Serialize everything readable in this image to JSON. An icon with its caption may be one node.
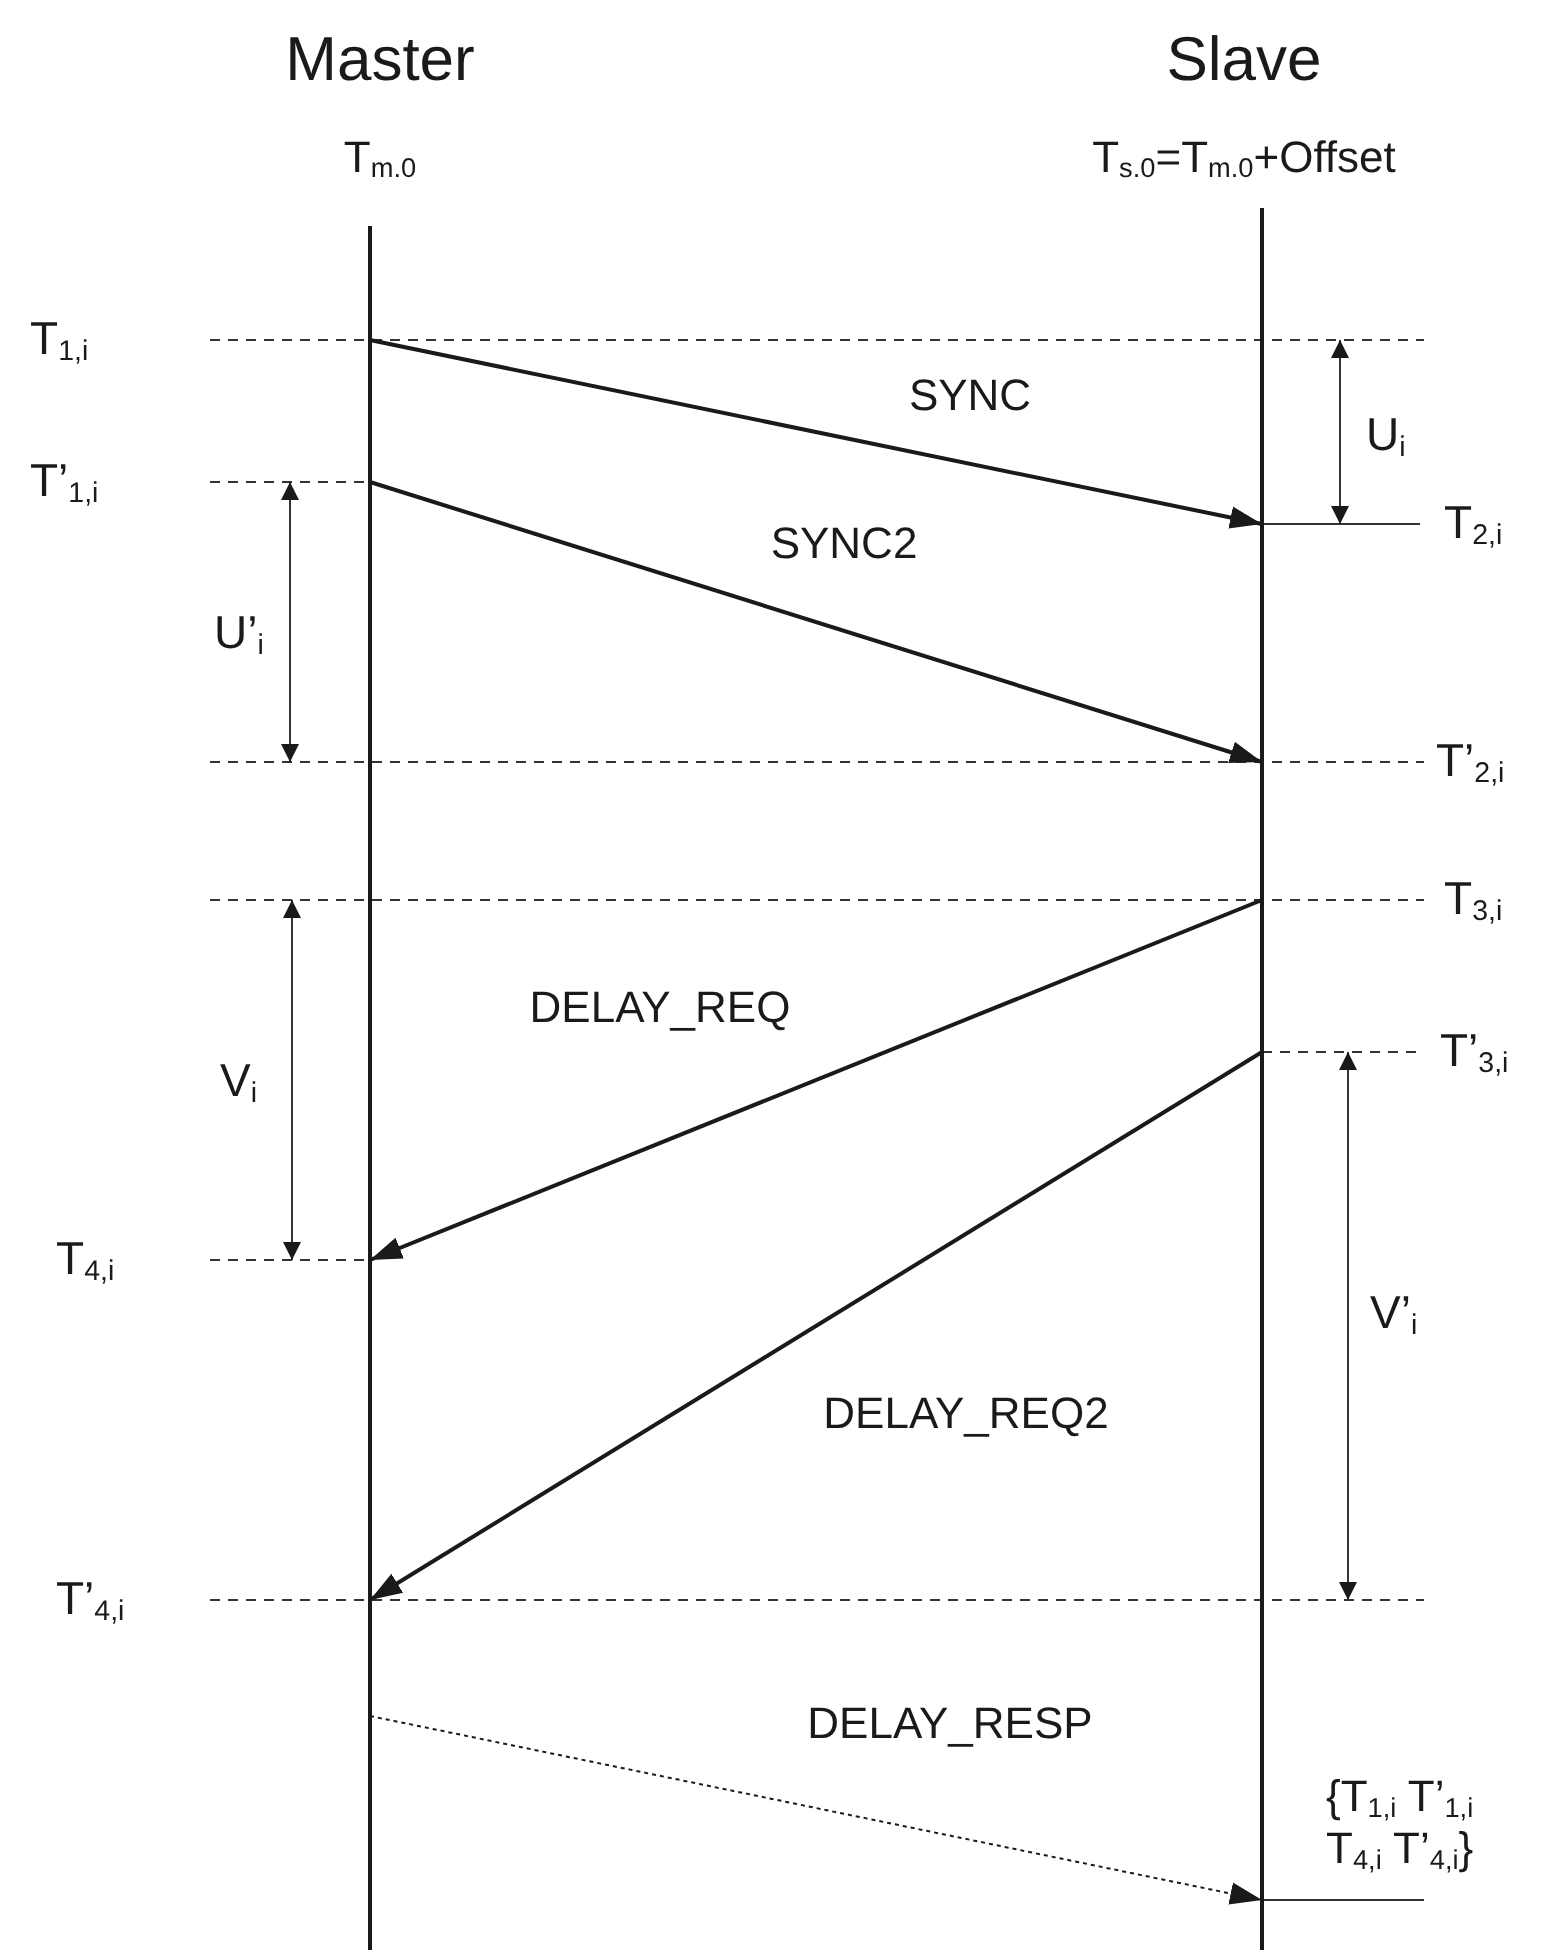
{
  "diagram": {
    "nodes": [
      {
        "text": [
          "Master",
          "T$_{m.0}$"
        ]
      },
      {
        "text": [
          "Slave",
          "T$_{s.0}$=T$_{m.0}$+Offset"
        ]
      }
    ],
    "edges": [
      {
        "from": 0,
        "to": 1,
        "arrow": "to",
        "label": "SYNC"
      },
      {
        "from": 0,
        "to": 1,
        "arrow": "to",
        "label": "SYNC2"
      },
      {
        "from": 1,
        "to": 0,
        "arrow": "to",
        "label": "DELAY_REQ"
      },
      {
        "from": 1,
        "to": 0,
        "arrow": "to",
        "label": "DELAY_REQ2"
      },
      {
        "from": 0,
        "to": 1,
        "arrow": "to",
        "label": "DELAY_RESP",
        "style": "dashed"
      }
    ],
    "labels": [
      "T$_{1,i}$",
      "U$_{i}$",
      "T’$_{1,i}$",
      "T$_{2,i}$",
      "U’$_{i}$",
      "T’$_{2,i}$",
      "T$_{3,i}$",
      "V$_{i}$",
      "T’$_{3,i}$",
      "T$_{4,i}$",
      "V’$_{i}$",
      "T’$_{4,i}$",
      "{T$_{1,i}$ T’$_{1,i}$ T$_{4,i}$ T’$_{4,i}$}"
    ]
  }
}
